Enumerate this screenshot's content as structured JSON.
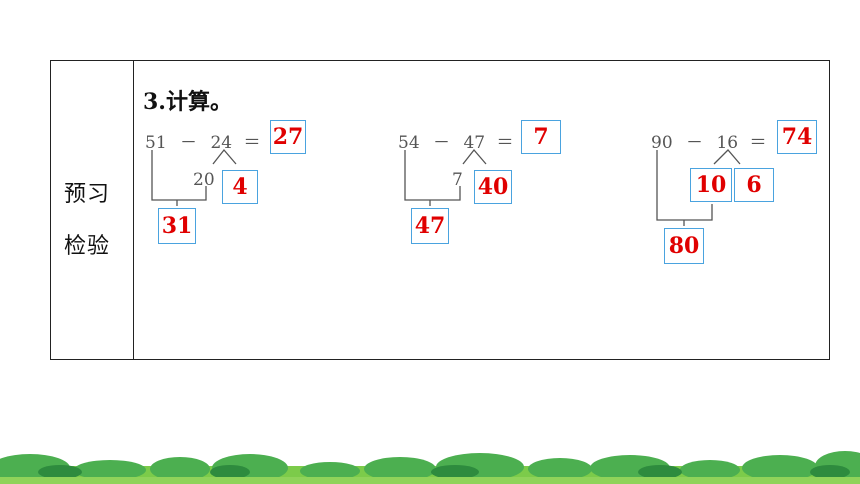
{
  "side_label": {
    "line1": "预习",
    "line2": "检验"
  },
  "heading": "3.计算。",
  "problems": [
    {
      "a": "51",
      "op": "－",
      "b": "24",
      "eq": "＝",
      "result": "27",
      "split_left": "20",
      "split_right": "4",
      "partial": "31"
    },
    {
      "a": "54",
      "op": "－",
      "b": "47",
      "eq": "＝",
      "result": "7",
      "split_left": "7",
      "split_right": "40",
      "partial": "47"
    },
    {
      "a": "90",
      "op": "－",
      "b": "16",
      "eq": "＝",
      "result": "74",
      "split_left": "10",
      "split_right": "6",
      "partial": "80"
    }
  ],
  "colors": {
    "answer": "#e00000",
    "box_border": "#4aa3df",
    "grass": "#4caf50"
  }
}
